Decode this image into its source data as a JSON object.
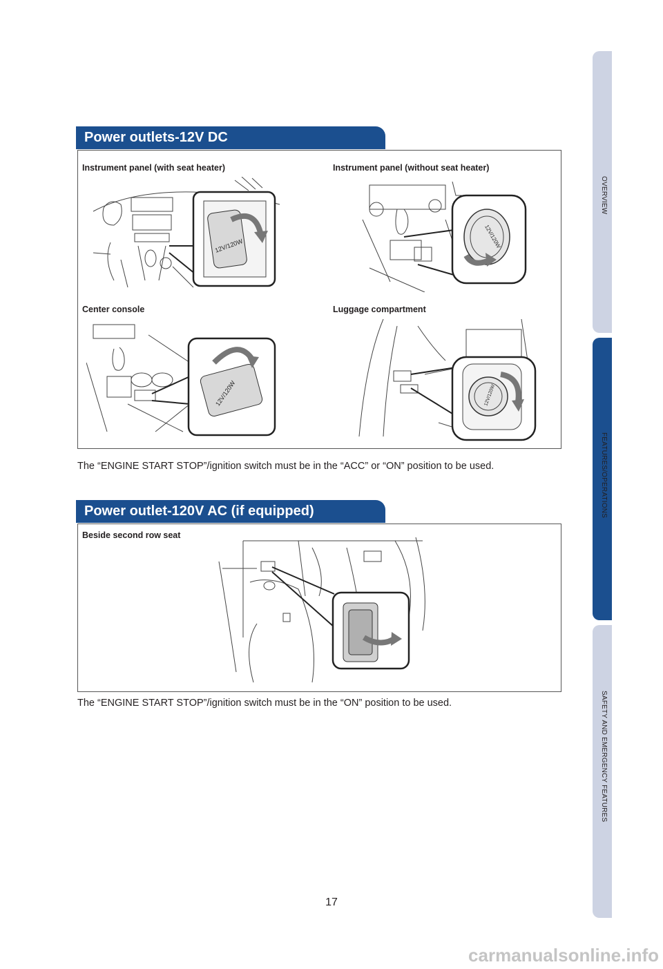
{
  "side_tabs": [
    {
      "label": "OVERVIEW",
      "color": "#cdd3e3"
    },
    {
      "label": "FEATURES/OPERATIONS",
      "color": "#1b4f8f"
    },
    {
      "label": "SAFETY AND EMERGENCY FEATURES",
      "color": "#cdd3e3"
    }
  ],
  "section1": {
    "title": "Power outlets-12V DC",
    "captions": {
      "top_left": "Instrument panel (with seat heater)",
      "top_right": "Instrument panel (without seat heater)",
      "bottom_left": "Center console",
      "bottom_right": "Luggage compartment"
    },
    "note": "The “ENGINE START STOP”/ignition switch must be in the “ACC” or “ON” position to be used."
  },
  "section2": {
    "title": "Power outlet-120V AC (if equipped)",
    "caption": "Beside second row seat",
    "note": "The “ENGINE START STOP”/ignition switch must be in the “ON” position to be used."
  },
  "illustration_labels": {
    "outlet_cap": "12V/120W"
  },
  "page_number": "17",
  "watermark": "carmanualsonline.info",
  "colors": {
    "accent": "#1b4f8f",
    "tab_light": "#cdd3e3"
  }
}
